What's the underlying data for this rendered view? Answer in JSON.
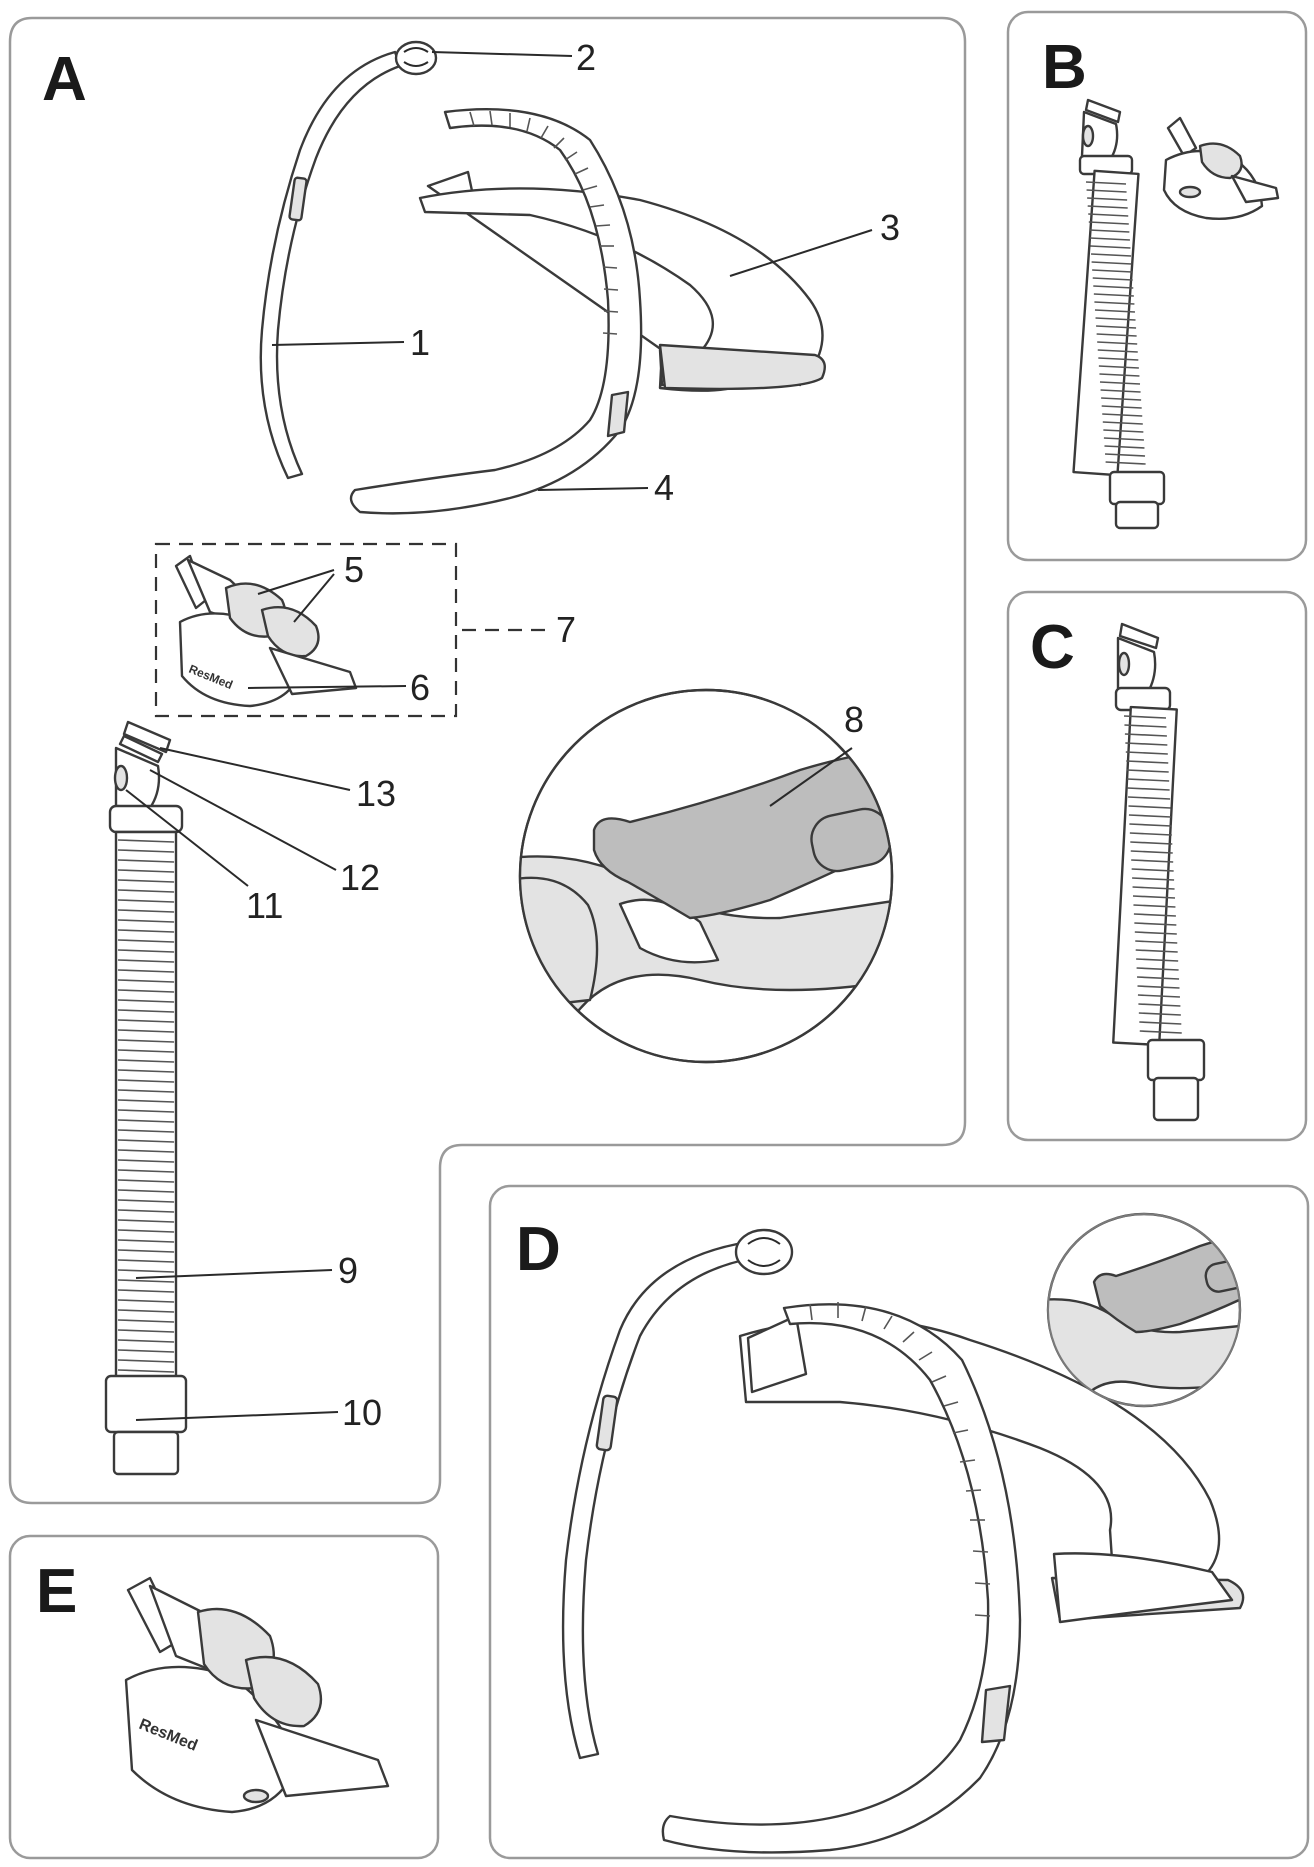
{
  "panels": {
    "a": "A",
    "b": "B",
    "c": "C",
    "d": "D",
    "e": "E"
  },
  "callouts": {
    "c1": "1",
    "c2": "2",
    "c3": "3",
    "c4": "4",
    "c5": "5",
    "c6": "6",
    "c7": "7",
    "c8": "8",
    "c9": "9",
    "c10": "10",
    "c11": "11",
    "c12": "12",
    "c13": "13"
  },
  "logo_text": "ResMed",
  "colors": {
    "frame": "#9a9a9a",
    "line": "#3a3a3a",
    "fabric_grey": "#bdbdbd"
  }
}
